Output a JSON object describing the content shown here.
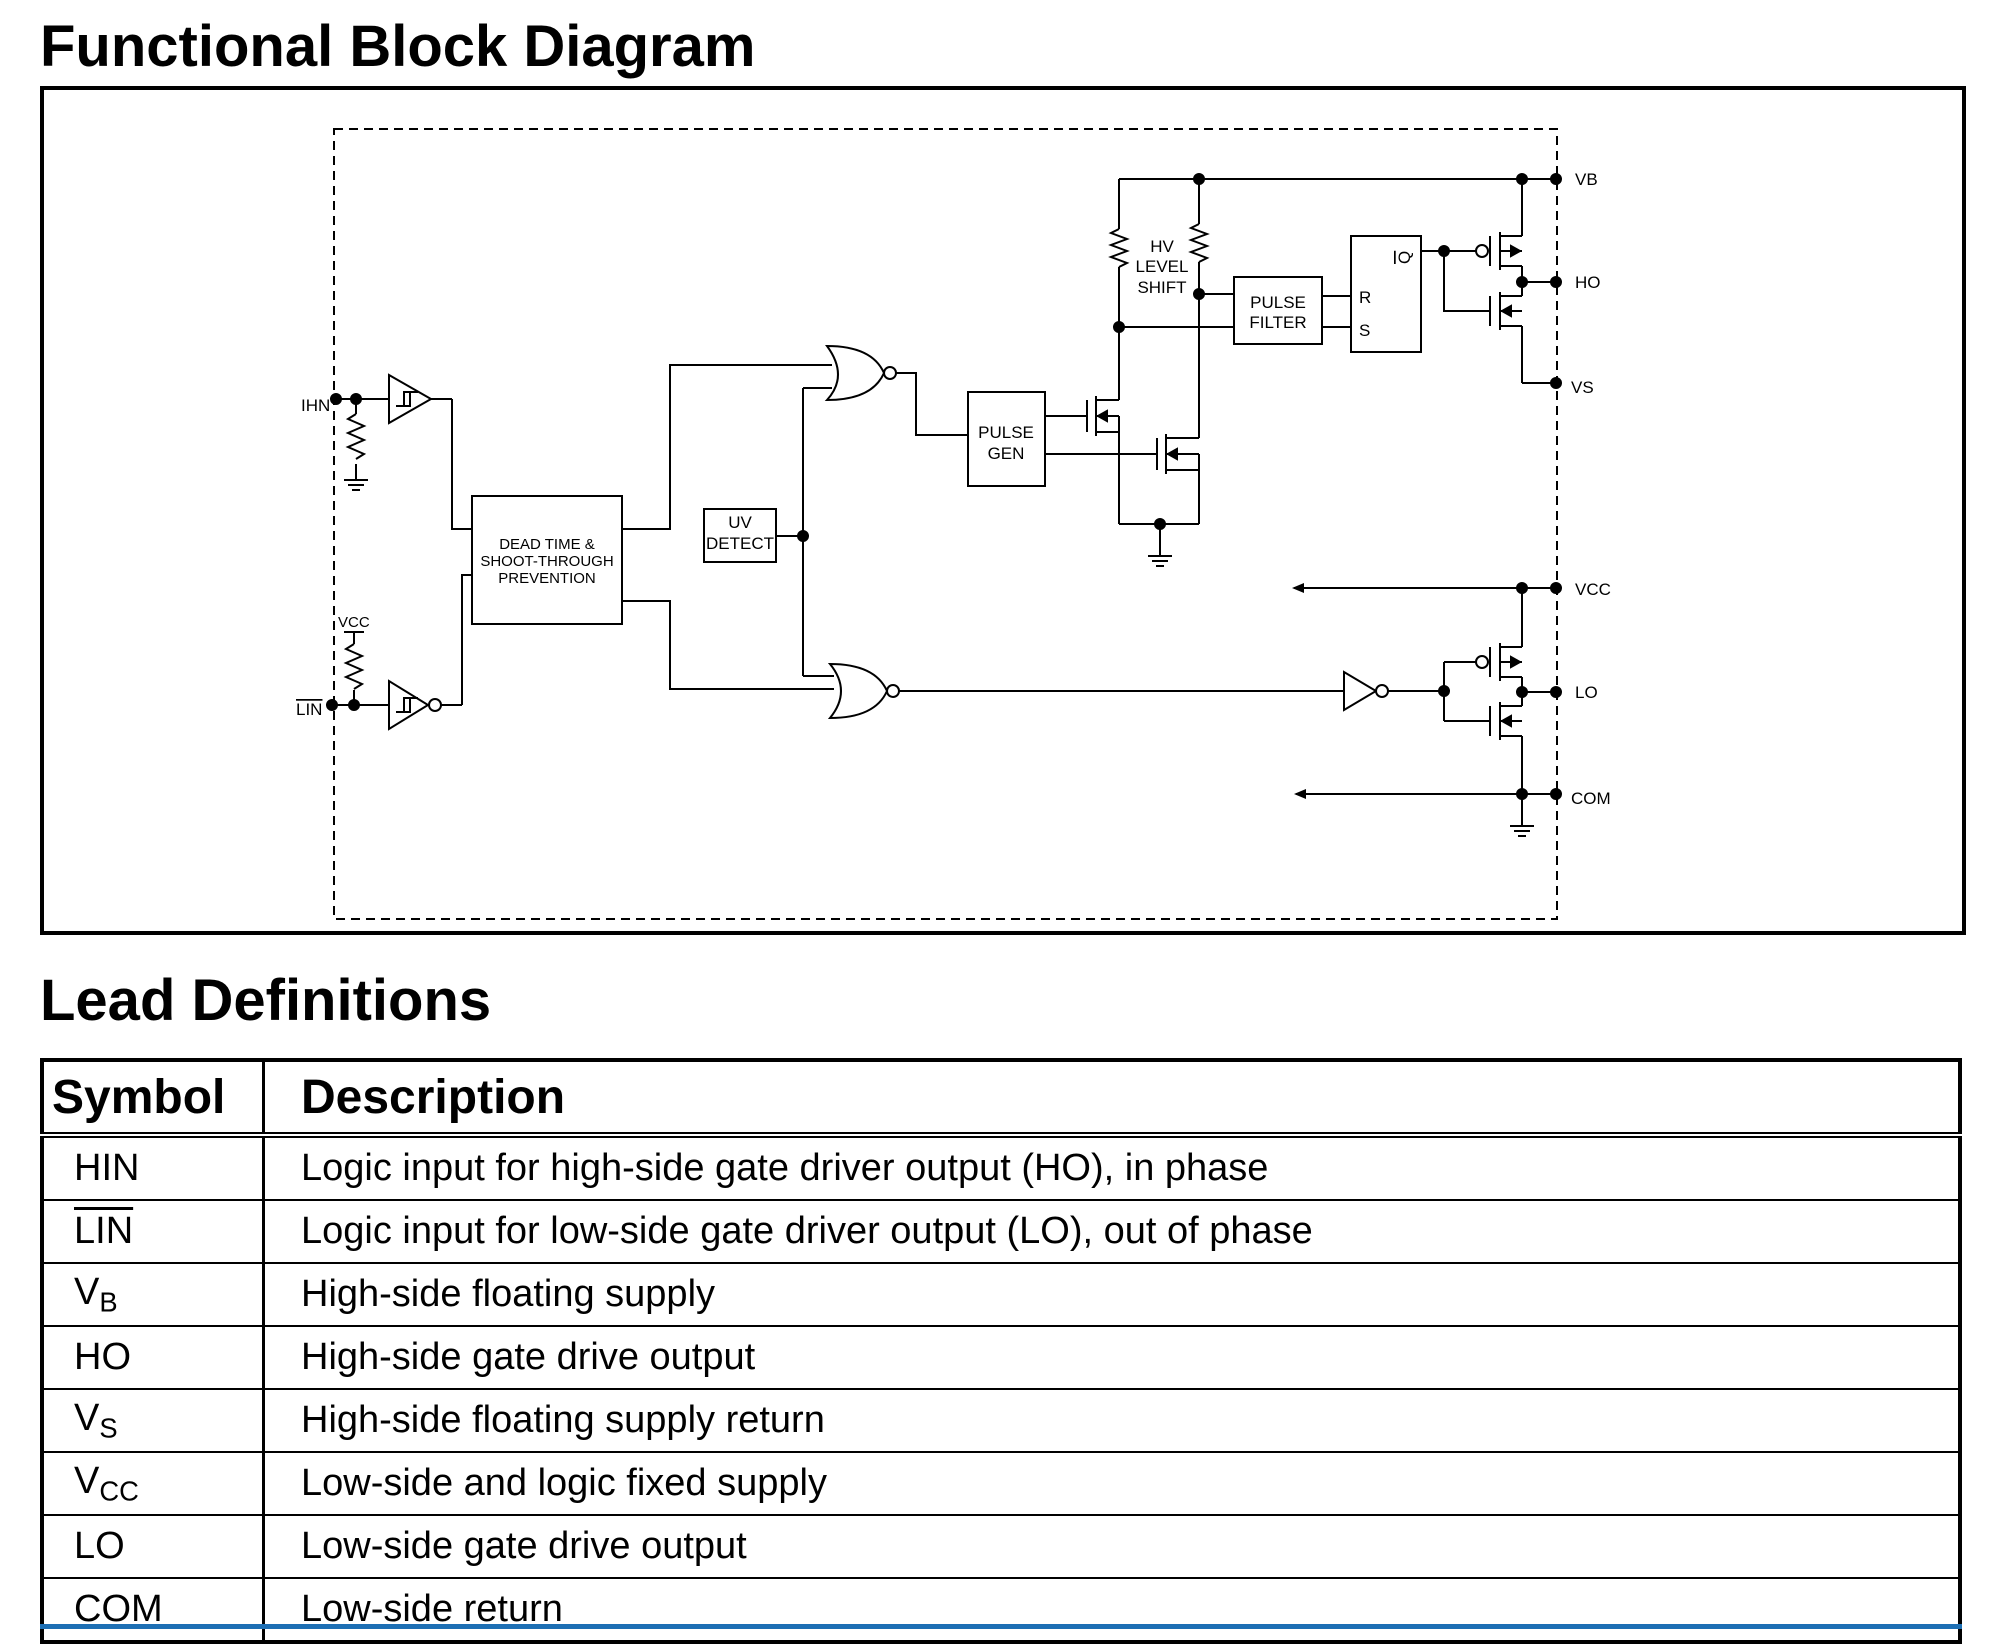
{
  "headings": {
    "diagram": "Functional Block Diagram",
    "leads": "Lead Definitions"
  },
  "diagram": {
    "pins": {
      "hin": "IHN",
      "lin": "LIN",
      "vcc_pullup": "VCC",
      "vb": "VB",
      "ho": "HO",
      "vs": "VS",
      "vcc": "VCC",
      "lo": "LO",
      "com": "COM"
    },
    "blocks": {
      "dead_time": [
        "DEAD TIME &",
        "SHOOT-THROUGH",
        "PREVENTION"
      ],
      "uv_detect": [
        "UV",
        "DETECT"
      ],
      "pulse_gen": [
        "PULSE",
        "GEN"
      ],
      "hv_level_shift": [
        "HV",
        "LEVEL",
        "SHIFT"
      ],
      "pulse_filter": [
        "PULSE",
        "FILTER"
      ],
      "latch": {
        "q": "Q",
        "r": "R",
        "s": "S"
      }
    }
  },
  "lead_table": {
    "headers": {
      "symbol": "Symbol",
      "description": "Description"
    },
    "rows": [
      {
        "symbol": "HIN",
        "sub": "",
        "overline": false,
        "description": "Logic input for high-side gate driver output (HO), in phase"
      },
      {
        "symbol": "LIN",
        "sub": "",
        "overline": true,
        "description": "Logic input for low-side gate driver output (LO), out of phase"
      },
      {
        "symbol": "V",
        "sub": "B",
        "overline": false,
        "description": "High-side floating supply"
      },
      {
        "symbol": "HO",
        "sub": "",
        "overline": false,
        "description": "High-side gate drive output"
      },
      {
        "symbol": "V",
        "sub": "S",
        "overline": false,
        "description": "High-side floating supply return"
      },
      {
        "symbol": "V",
        "sub": "CC",
        "overline": false,
        "description": "Low-side and logic fixed supply"
      },
      {
        "symbol": "LO",
        "sub": "",
        "overline": false,
        "description": "Low-side gate drive output"
      },
      {
        "symbol": "COM",
        "sub": "",
        "overline": false,
        "description": "Low-side return"
      }
    ]
  },
  "colors": {
    "bottom_rule": "#1d6fb4"
  }
}
